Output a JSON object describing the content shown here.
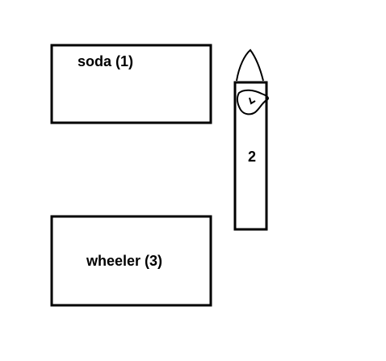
{
  "colors": {
    "stroke": "#000000",
    "background": "#ffffff"
  },
  "boxes": {
    "soda": {
      "label": "soda (1)"
    },
    "wheeler": {
      "label": "wheeler (3)"
    }
  },
  "tall_shape": {
    "label": "2"
  }
}
